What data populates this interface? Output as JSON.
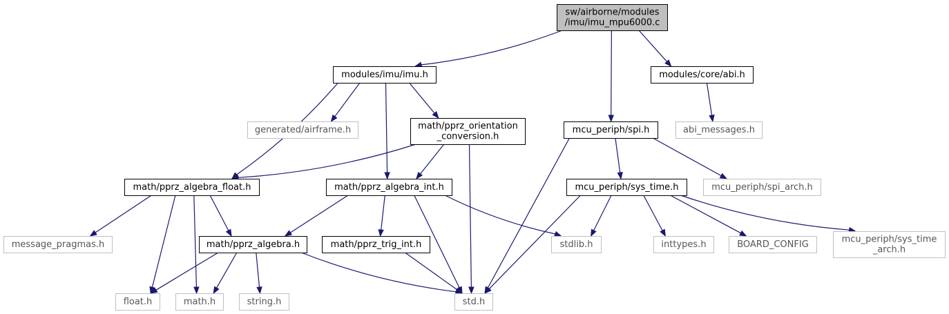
{
  "graph": {
    "nodes": [
      {
        "id": "root",
        "lines": [
          "sw/airborne/modules",
          "/imu/imu_mpu6000.c"
        ],
        "kind": "root"
      },
      {
        "id": "imu_h",
        "lines": [
          "modules/imu/imu.h"
        ],
        "kind": "local"
      },
      {
        "id": "abi_h",
        "lines": [
          "modules/core/abi.h"
        ],
        "kind": "local"
      },
      {
        "id": "airframe_h",
        "lines": [
          "generated/airframe.h"
        ],
        "kind": "external"
      },
      {
        "id": "orient_h",
        "lines": [
          "math/pprz_orientation",
          "_conversion.h"
        ],
        "kind": "local"
      },
      {
        "id": "spi_h",
        "lines": [
          "mcu_periph/spi.h"
        ],
        "kind": "local"
      },
      {
        "id": "abi_messages_h",
        "lines": [
          "abi_messages.h"
        ],
        "kind": "external"
      },
      {
        "id": "alg_float_h",
        "lines": [
          "math/pprz_algebra_float.h"
        ],
        "kind": "local"
      },
      {
        "id": "alg_int_h",
        "lines": [
          "math/pprz_algebra_int.h"
        ],
        "kind": "local"
      },
      {
        "id": "sys_time_h",
        "lines": [
          "mcu_periph/sys_time.h"
        ],
        "kind": "local"
      },
      {
        "id": "spi_arch_h",
        "lines": [
          "mcu_periph/spi_arch.h"
        ],
        "kind": "external"
      },
      {
        "id": "msg_pragmas_h",
        "lines": [
          "message_pragmas.h"
        ],
        "kind": "external"
      },
      {
        "id": "alg_h",
        "lines": [
          "math/pprz_algebra.h"
        ],
        "kind": "local"
      },
      {
        "id": "trig_int_h",
        "lines": [
          "math/pprz_trig_int.h"
        ],
        "kind": "local"
      },
      {
        "id": "stdlib_h",
        "lines": [
          "stdlib.h"
        ],
        "kind": "external"
      },
      {
        "id": "inttypes_h",
        "lines": [
          "inttypes.h"
        ],
        "kind": "external"
      },
      {
        "id": "board_config",
        "lines": [
          "BOARD_CONFIG"
        ],
        "kind": "external"
      },
      {
        "id": "sys_time_arch_h",
        "lines": [
          "mcu_periph/sys_time",
          "_arch.h"
        ],
        "kind": "external"
      },
      {
        "id": "float_h",
        "lines": [
          "float.h"
        ],
        "kind": "external"
      },
      {
        "id": "math_h",
        "lines": [
          "math.h"
        ],
        "kind": "external"
      },
      {
        "id": "string_h",
        "lines": [
          "string.h"
        ],
        "kind": "external"
      },
      {
        "id": "std_h",
        "lines": [
          "std.h"
        ],
        "kind": "external"
      }
    ],
    "edges": [
      [
        "root",
        "imu_h"
      ],
      [
        "root",
        "spi_h"
      ],
      [
        "root",
        "abi_h"
      ],
      [
        "imu_h",
        "airframe_h"
      ],
      [
        "imu_h",
        "alg_float_h"
      ],
      [
        "imu_h",
        "alg_int_h"
      ],
      [
        "imu_h",
        "orient_h"
      ],
      [
        "abi_h",
        "abi_messages_h"
      ],
      [
        "orient_h",
        "alg_float_h"
      ],
      [
        "orient_h",
        "alg_int_h"
      ],
      [
        "orient_h",
        "std_h"
      ],
      [
        "spi_h",
        "std_h"
      ],
      [
        "spi_h",
        "sys_time_h"
      ],
      [
        "spi_h",
        "spi_arch_h"
      ],
      [
        "alg_float_h",
        "msg_pragmas_h"
      ],
      [
        "alg_float_h",
        "alg_h"
      ],
      [
        "alg_float_h",
        "float_h"
      ],
      [
        "alg_float_h",
        "math_h"
      ],
      [
        "alg_int_h",
        "alg_h"
      ],
      [
        "alg_int_h",
        "trig_int_h"
      ],
      [
        "alg_int_h",
        "stdlib_h"
      ],
      [
        "alg_int_h",
        "std_h"
      ],
      [
        "sys_time_h",
        "stdlib_h"
      ],
      [
        "sys_time_h",
        "inttypes_h"
      ],
      [
        "sys_time_h",
        "board_config"
      ],
      [
        "sys_time_h",
        "sys_time_arch_h"
      ],
      [
        "sys_time_h",
        "std_h"
      ],
      [
        "alg_h",
        "float_h"
      ],
      [
        "alg_h",
        "math_h"
      ],
      [
        "alg_h",
        "string_h"
      ],
      [
        "alg_h",
        "std_h"
      ],
      [
        "trig_int_h",
        "std_h"
      ]
    ],
    "colors": {
      "root_fill": "#bfbfbf",
      "local_border": "#000000",
      "external_border": "#bfbfbf",
      "external_text": "#555555",
      "edge": "#191970"
    }
  }
}
